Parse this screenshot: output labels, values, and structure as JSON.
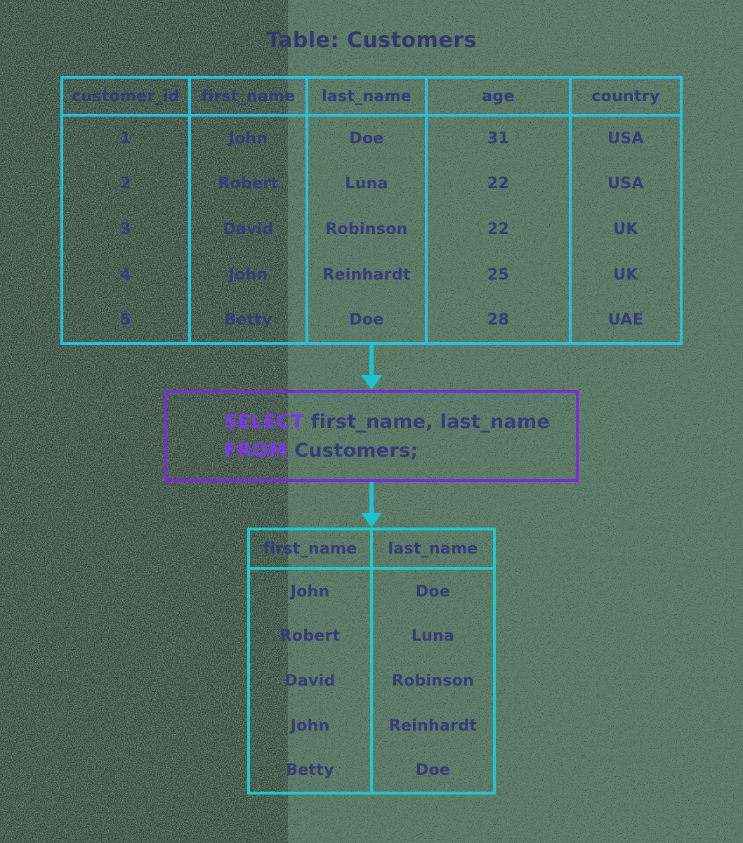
{
  "title": "Table: Customers",
  "colors": {
    "background_green": "#5f7f6b",
    "table_border_cyan": "#27c0df",
    "result_border_teal": "#1ec9cc",
    "arrow_teal": "#1cc2cf",
    "query_border_purple": "#7d2ada",
    "keyword_purple": "#7f33ee",
    "text_navy": "#333c75"
  },
  "customers_table": {
    "columns": [
      "customer_id",
      "first_name",
      "last_name",
      "age",
      "country"
    ],
    "rows": [
      [
        "1",
        "John",
        "Doe",
        "31",
        "USA"
      ],
      [
        "2",
        "Robert",
        "Luna",
        "22",
        "USA"
      ],
      [
        "3",
        "David",
        "Robinson",
        "22",
        "UK"
      ],
      [
        "4",
        "John",
        "Reinhardt",
        "25",
        "UK"
      ],
      [
        "5",
        "Betty",
        "Doe",
        "28",
        "UAE"
      ]
    ]
  },
  "query": {
    "line1": {
      "keyword": "SELECT",
      "rest": "first_name, last_name"
    },
    "line2": {
      "keyword": "FROM",
      "rest": "Customers;"
    }
  },
  "result_table": {
    "columns": [
      "first_name",
      "last_name"
    ],
    "rows": [
      [
        "John",
        "Doe"
      ],
      [
        "Robert",
        "Luna"
      ],
      [
        "David",
        "Robinson"
      ],
      [
        "John",
        "Reinhardt"
      ],
      [
        "Betty",
        "Doe"
      ]
    ]
  }
}
